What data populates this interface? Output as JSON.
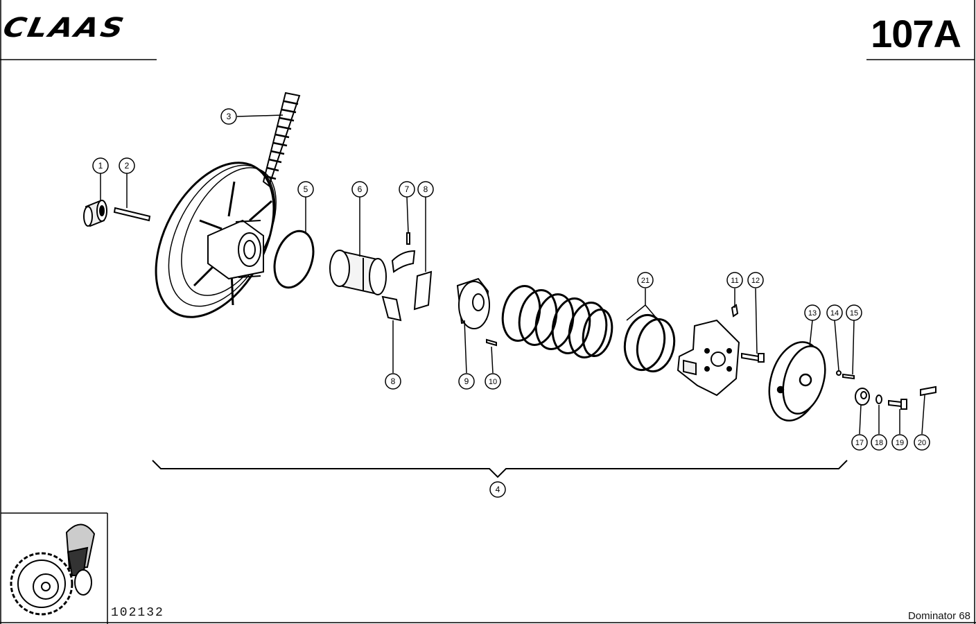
{
  "header": {
    "brand": "CLAAS",
    "sheet_number": "107A"
  },
  "footer": {
    "document_number": "102132",
    "model": "Dominator 68"
  },
  "callouts": {
    "c1": "1",
    "c2": "2",
    "c3": "3",
    "c4": "4",
    "c5": "5",
    "c6": "6",
    "c7": "7",
    "c8a": "8",
    "c8b": "8",
    "c9": "9",
    "c10": "10",
    "c11": "11",
    "c12": "12",
    "c13": "13",
    "c14": "14",
    "c15": "15",
    "c17": "17",
    "c18": "18",
    "c19": "19",
    "c20": "20",
    "c21": "21"
  }
}
